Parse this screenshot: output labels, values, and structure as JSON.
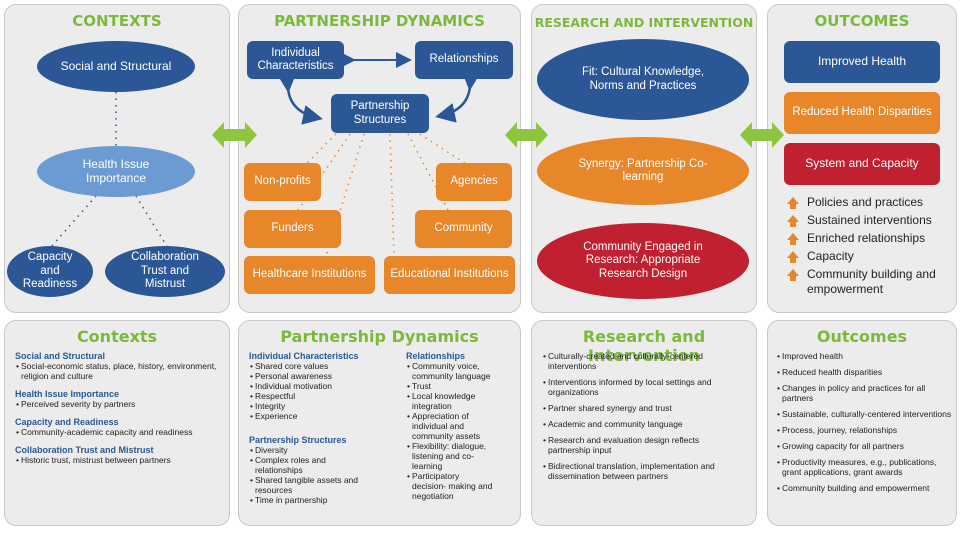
{
  "top": {
    "contexts": {
      "title": "CONTEXTS",
      "social": "Social and Structural",
      "health": "Health Issue Importance",
      "capacity": "Capacity and Readiness",
      "collab": "Collaboration Trust and Mistrust"
    },
    "partnership": {
      "title": "PARTNERSHIP DYNAMICS",
      "individual": "Individual Characteristics",
      "relationships": "Relationships",
      "structures": "Partnership Structures",
      "nonprofits": "Non-profits",
      "agencies": "Agencies",
      "funders": "Funders",
      "community": "Community",
      "healthcare": "Healthcare Institutions",
      "educational": "Educational Institutions"
    },
    "research": {
      "title": "RESEARCH AND INTERVENTION",
      "fit": "Fit: Cultural Knowledge, Norms and Practices",
      "synergy": "Synergy: Partnership Co-learning",
      "engaged": "Community Engaged in Research: Appropriate Research Design"
    },
    "outcomes": {
      "title": "OUTCOMES",
      "improved": "Improved Health",
      "reduced": "Reduced Health Disparities",
      "system": "System and Capacity",
      "list": [
        "Policies and practices",
        "Sustained interventions",
        "Enriched relationships",
        "Capacity",
        "Community building and empowerment"
      ]
    }
  },
  "bottom": {
    "contexts": {
      "title": "Contexts",
      "sections": [
        {
          "head": "Social and Structural",
          "items": [
            "Social-economic status, place, history, environment, religion and culture"
          ]
        },
        {
          "head": "Health Issue Importance",
          "items": [
            "Perceived severity by partners"
          ]
        },
        {
          "head": "Capacity and Readiness",
          "items": [
            "Community-academic capacity  and readiness"
          ]
        },
        {
          "head": "Collaboration Trust and Mistrust",
          "items": [
            "Historic  trust, mistrust between partners"
          ]
        }
      ]
    },
    "partnership": {
      "title": "Partnership Dynamics",
      "individual_head": "Individual Characteristics",
      "individual_items": [
        "Shared core values",
        "Personal awareness",
        "Individual motivation",
        "Respectful",
        "Integrity",
        "Experience"
      ],
      "structures_head": "Partnership Structures",
      "structures_items": [
        "Diversity",
        "Complex roles and relationships",
        "Shared tangible assets and resources",
        "Time in partnership"
      ],
      "relationships_head": "Relationships",
      "relationships_items": [
        "Community voice, community language",
        "Trust",
        "Local knowledge integration",
        "Appreciation of individual and community assets",
        "Flexibility: dialogue, listening and co-learning",
        "Participatory decision- making and negotiation"
      ]
    },
    "research": {
      "title": "Research and Intervention",
      "items": [
        "Culturally-created and culturally-centered interventions",
        "Interventions informed by local settings and organizations",
        "Partner shared synergy and trust",
        "Academic and community language",
        "Research and evaluation design reflects partnership input",
        "Bidirectional translation, implementation and dissemination between partners"
      ]
    },
    "outcomes": {
      "title": "Outcomes",
      "items": [
        "Improved health",
        "Reduced health disparities",
        "Changes in policy and practices  for all partners",
        "Sustainable, culturally-centered interventions",
        "Process, journey, relationships",
        "Growing capacity for all partners",
        "Productivity measures, e.g., publications, grant applications, grant awards",
        "Community building and empowerment"
      ]
    }
  },
  "colors": {
    "title_green": "#7ab93a",
    "dark_blue": "#2b5797",
    "light_blue": "#6b9bd2",
    "orange": "#e8862a",
    "red": "#c0202f",
    "arrow_green": "#8cc63f"
  }
}
